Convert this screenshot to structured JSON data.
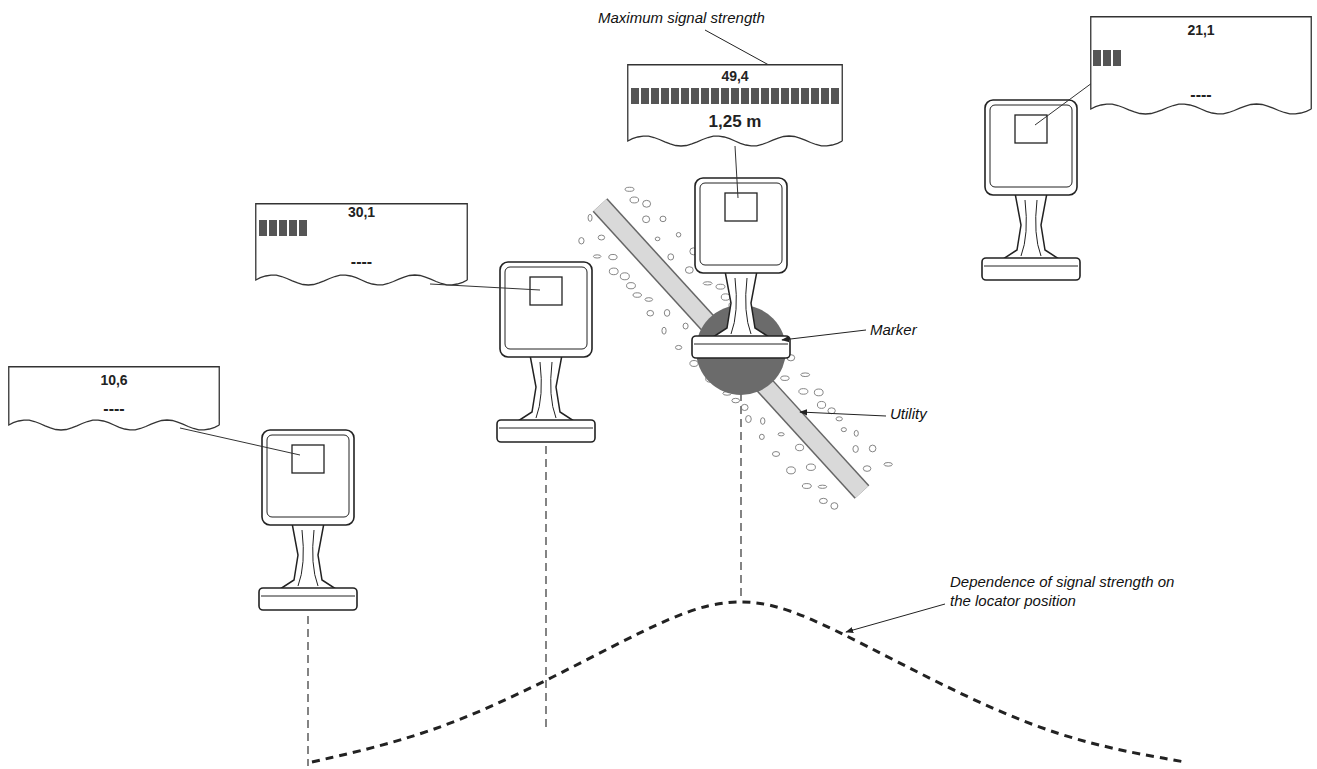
{
  "diagram": {
    "nodes": [
      {
        "text": [
          "10,6",
          "----"
        ]
      },
      {
        "text": [
          "30,1",
          "----"
        ]
      },
      {
        "text": [
          "49,4",
          "1,25 m"
        ]
      },
      {
        "text": [
          "21,1",
          "----"
        ]
      }
    ],
    "edges": [],
    "labels": [
      "Maximum signal strength",
      "Marker",
      "Utility",
      "Dependence of signal strength on the locator position"
    ]
  }
}
